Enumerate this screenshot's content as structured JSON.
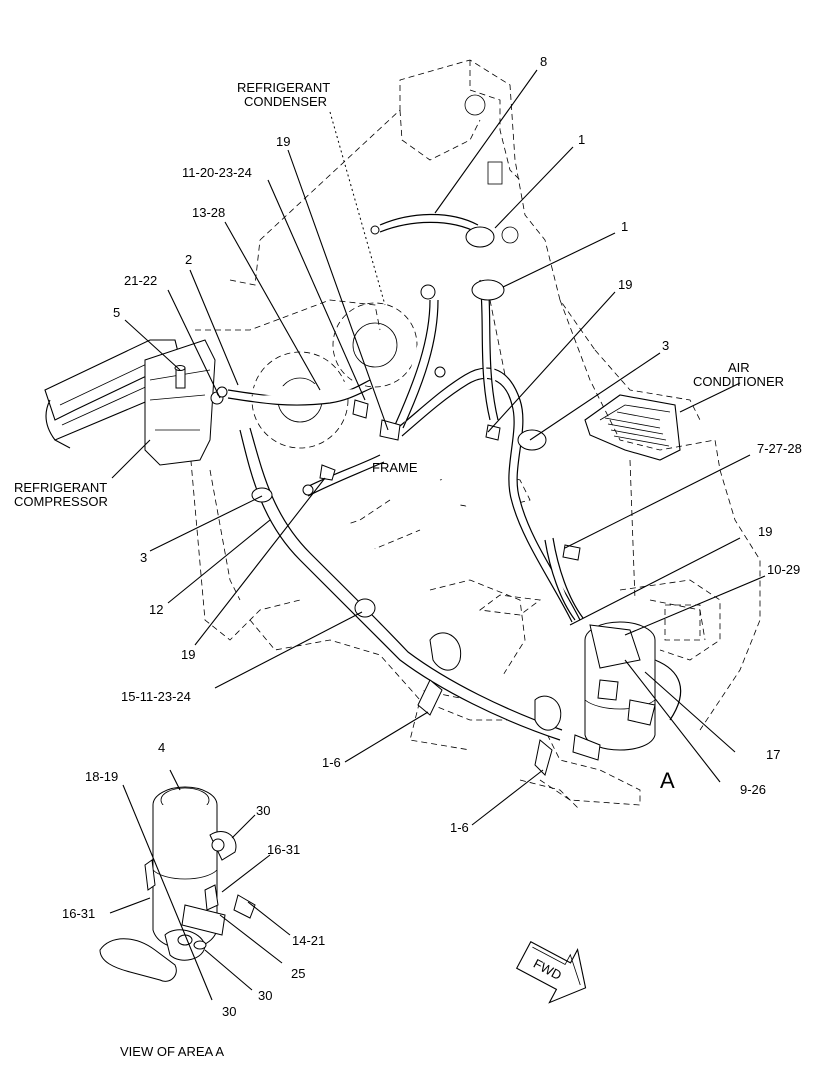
{
  "labels": {
    "refrigerant_condenser_1": "REFRIGERANT",
    "refrigerant_condenser_2": "CONDENSER",
    "air_conditioner_1": "AIR",
    "air_conditioner_2": "CONDITIONER",
    "refrigerant_compressor_1": "REFRIGERANT",
    "refrigerant_compressor_2": "COMPRESSOR",
    "frame": "FRAME",
    "view_area": "VIEW OF AREA  A",
    "area_letter": "A",
    "fwd": "FWD"
  },
  "callouts": {
    "c8": "8",
    "c1_top": "1",
    "c1_mid": "1",
    "c19_top": "19",
    "c11_20_23_24": "11-20-23-24",
    "c13_28": "13-28",
    "c2": "2",
    "c21_22": "21-22",
    "c5": "5",
    "c19_right": "19",
    "c3_right": "3",
    "c7_27_28": "7-27-28",
    "c19_lower_right": "19",
    "c10_29": "10-29",
    "c17": "17",
    "c9_26": "9-26",
    "c3_left": "3",
    "c12": "12",
    "c19_left": "19",
    "c15_11_23_24": "15-11-23-24",
    "c1_6_left": "1-6",
    "c1_6_right": "1-6",
    "c4": "4",
    "c18_19": "18-19",
    "c30_top": "30",
    "c16_31_right": "16-31",
    "c16_31_left": "16-31",
    "c14_21": "14-21",
    "c25": "25",
    "c30_mid": "30",
    "c30_bottom": "30"
  }
}
